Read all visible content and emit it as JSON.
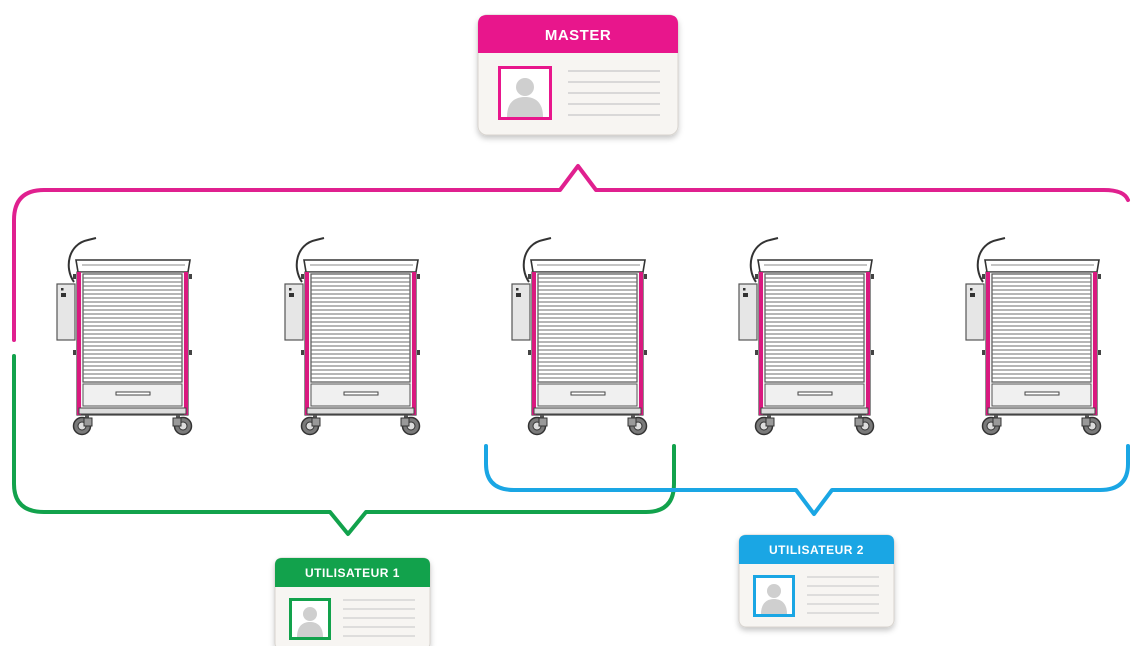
{
  "badges": {
    "master": {
      "title": "MASTER",
      "color": "#e8168c"
    },
    "user1": {
      "title": "UTILISATEUR 1",
      "color": "#12a24c"
    },
    "user2": {
      "title": "UTILISATEUR 2",
      "color": "#1aa6e4"
    }
  },
  "brackets": {
    "master_color": "#e0208f",
    "user1_color": "#12a24c",
    "user2_color": "#1aa6e4"
  },
  "carts": {
    "count": 5,
    "accent_color": "#d9197f",
    "icon": "medication-cart-icon"
  }
}
